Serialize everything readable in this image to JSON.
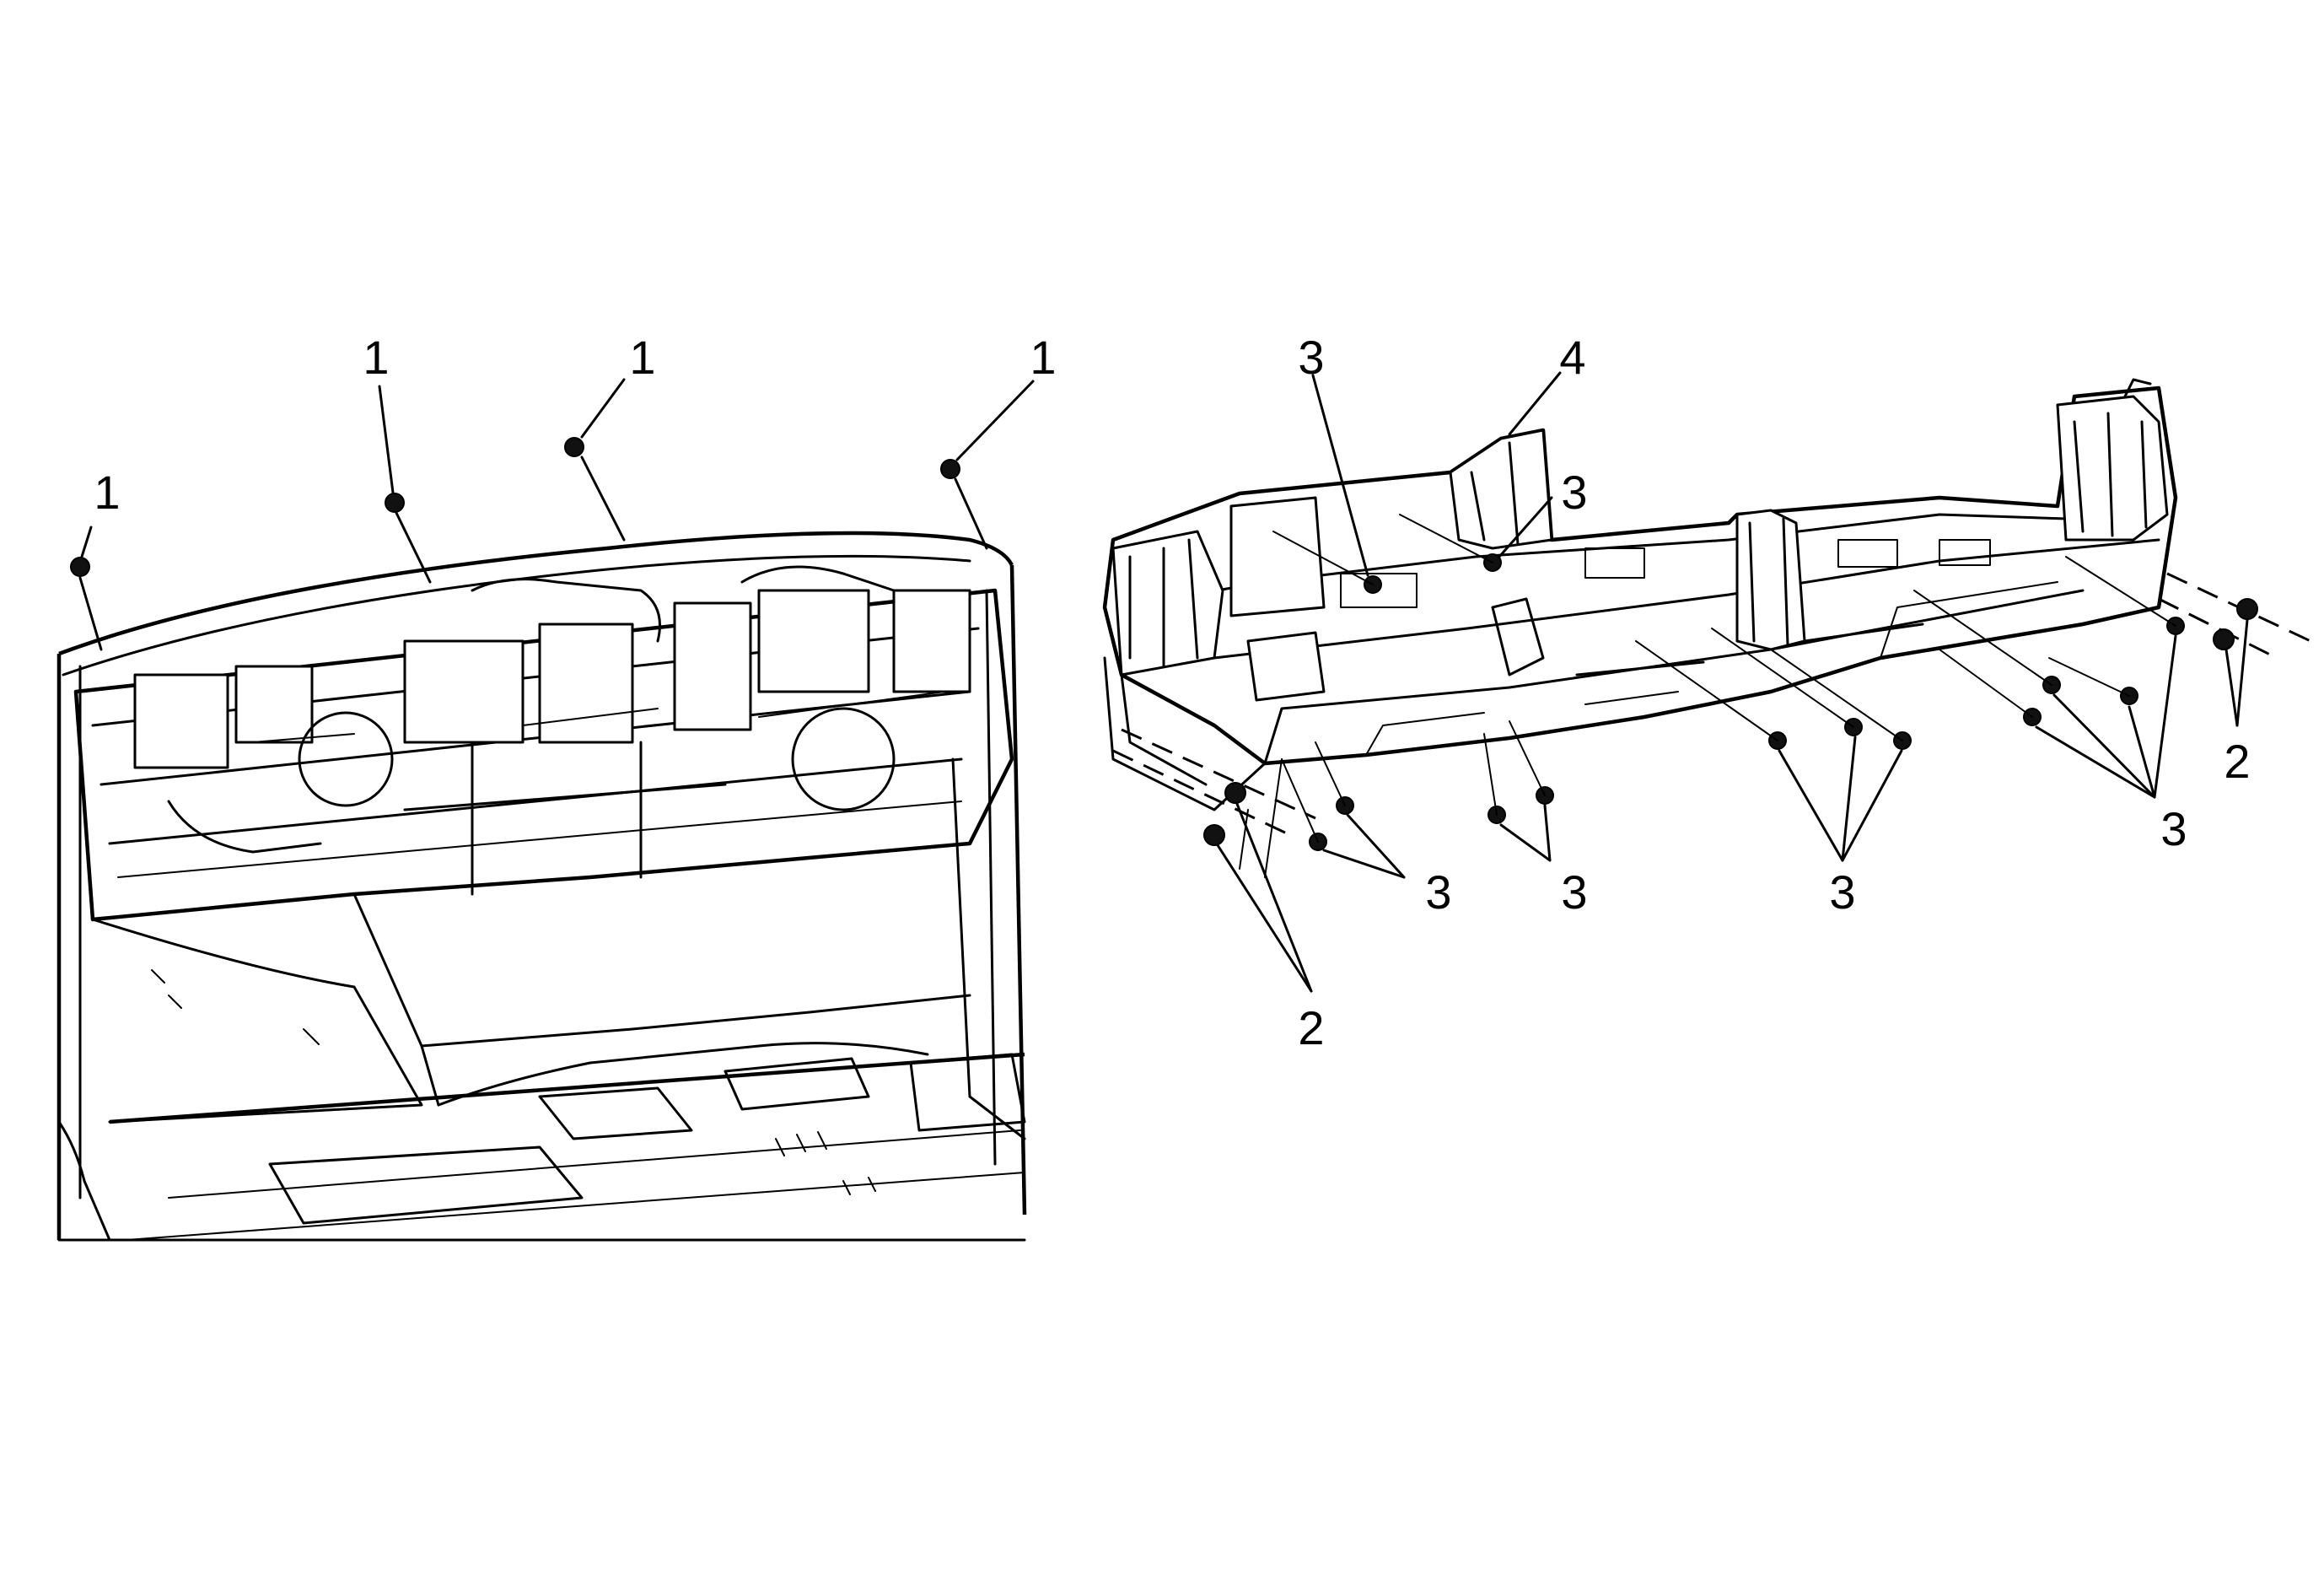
{
  "diagram": {
    "callouts": {
      "fastener_1": "1",
      "fastener_2": "2",
      "fastener_3": "3",
      "carrier_4": "4"
    },
    "colors": {
      "ink": "#000000",
      "background": "#ffffff"
    }
  }
}
